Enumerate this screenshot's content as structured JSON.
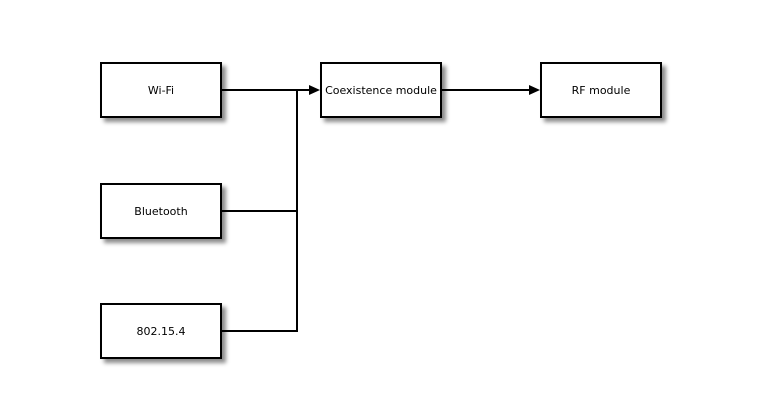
{
  "diagram": {
    "background_color": "#ffffff",
    "box_fill_color": "#ffffff",
    "box_border_color": "#000000",
    "text_color": "#000000",
    "connector_color": "#000000",
    "shadow_color": "#999999",
    "nodes": [
      {
        "id": "wifi",
        "label": "Wi-Fi"
      },
      {
        "id": "bluetooth",
        "label": "Bluetooth"
      },
      {
        "id": "ieee-802-15-4",
        "label": "802.15.4"
      },
      {
        "id": "coexistence-module",
        "label": "Coexistence module"
      },
      {
        "id": "rf-module",
        "label": "RF module"
      }
    ],
    "edges": [
      {
        "from": "wifi",
        "to": "coexistence-module",
        "arrowhead": true
      },
      {
        "from": "bluetooth",
        "to": "coexistence-module",
        "arrowhead": false
      },
      {
        "from": "ieee-802-15-4",
        "to": "coexistence-module",
        "arrowhead": false
      },
      {
        "from": "coexistence-module",
        "to": "rf-module",
        "arrowhead": true
      }
    ]
  }
}
